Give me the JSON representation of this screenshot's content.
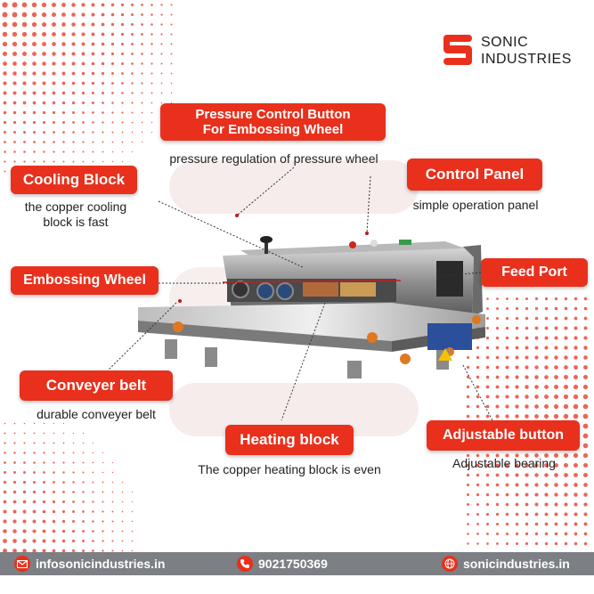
{
  "brand": {
    "line1": "SONIC",
    "line2": "INDUSTRIES",
    "logo_icon": "sonic-s-logo-icon"
  },
  "callouts": {
    "pressure_control": {
      "title_line1": "Pressure Control Button",
      "title_line2": "For Embossing Wheel",
      "desc": "pressure regulation of pressure wheel"
    },
    "cooling_block": {
      "title": "Cooling Block",
      "desc_line1": "the copper cooling",
      "desc_line2": "block is fast"
    },
    "control_panel": {
      "title": "Control Panel",
      "desc": "simple operation panel"
    },
    "embossing_wheel": {
      "title": "Embossing Wheel"
    },
    "feed_port": {
      "title": "Feed Port"
    },
    "conveyer_belt": {
      "title": "Conveyer belt",
      "desc": "durable conveyer belt"
    },
    "heating_block": {
      "title": "Heating block",
      "desc": "The copper heating block is even"
    },
    "adjustable_button": {
      "title": "Adjustable button",
      "desc": "Adjustable bearing"
    }
  },
  "footer": {
    "email": "infosonicindustries.in",
    "phone": "9021750369",
    "website": "sonicindustries.in"
  },
  "colors": {
    "accent": "#e8301c",
    "footer_bg": "#7c7f84",
    "machine_steel": "#9a9a9a"
  }
}
